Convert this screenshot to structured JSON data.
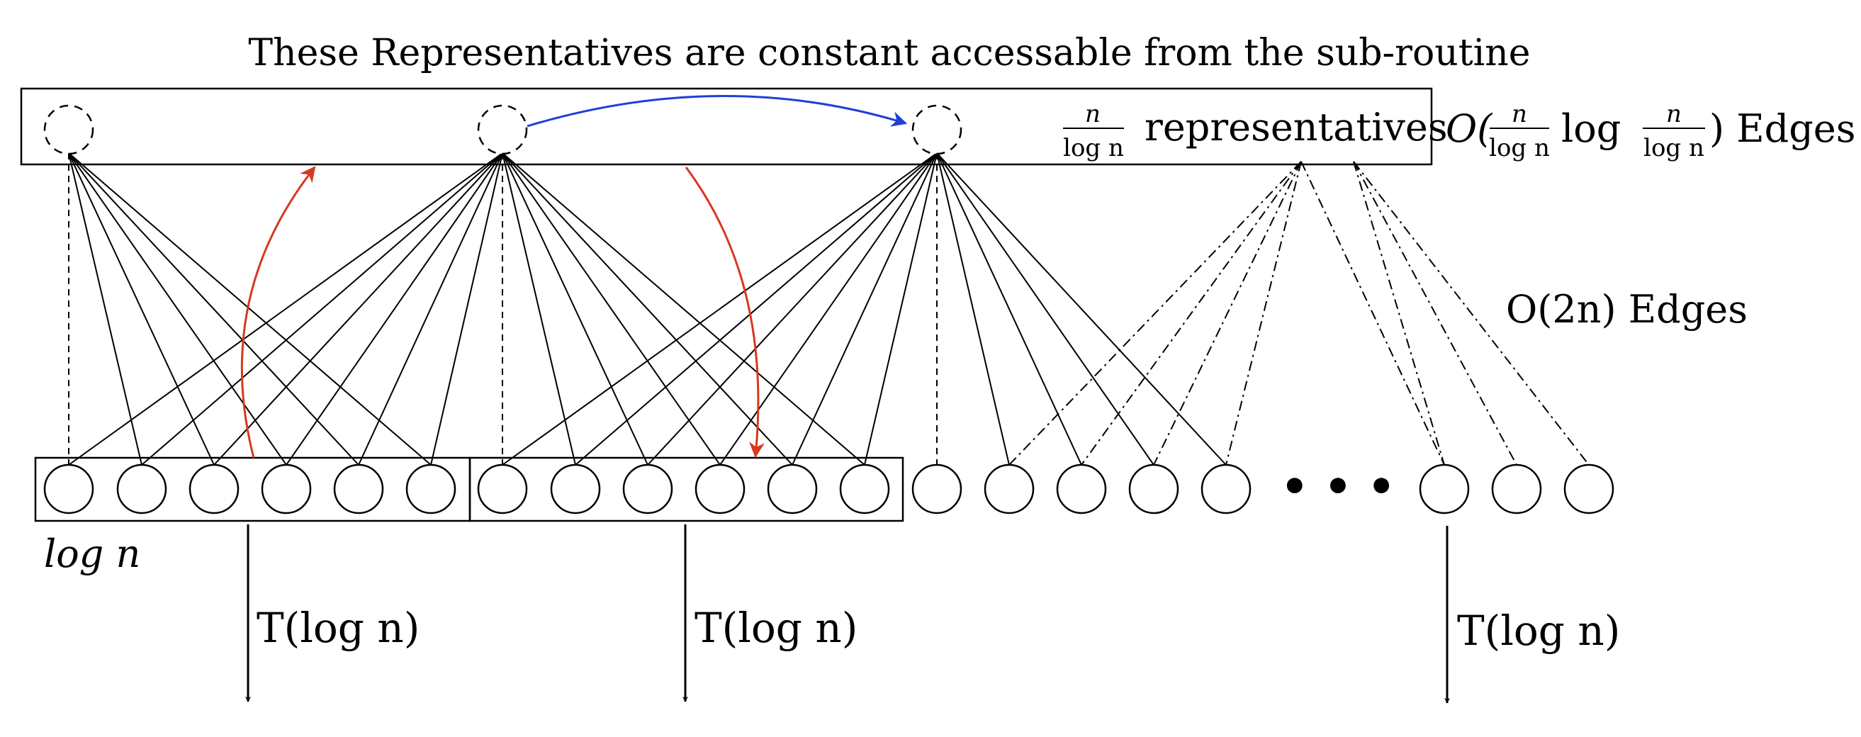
{
  "title": "These Representatives are constant accessable from the sub-routine",
  "representatives_label": {
    "frac_num": "n",
    "frac_den": "log n",
    "text": "representatives"
  },
  "top_edges_label": {
    "prefix": "O(",
    "frac_num": "n",
    "frac_den": "log n",
    "middle": "log",
    "suffix": ") Edges"
  },
  "mid_edges_label": "O(2n) Edges",
  "group_label": "log n",
  "recursion_label": "T(log n)",
  "ellipsis": "• • •",
  "colors": {
    "ink": "#000000",
    "blue_arrow": "#1f3fd8",
    "red_arrow": "#d6391f"
  }
}
